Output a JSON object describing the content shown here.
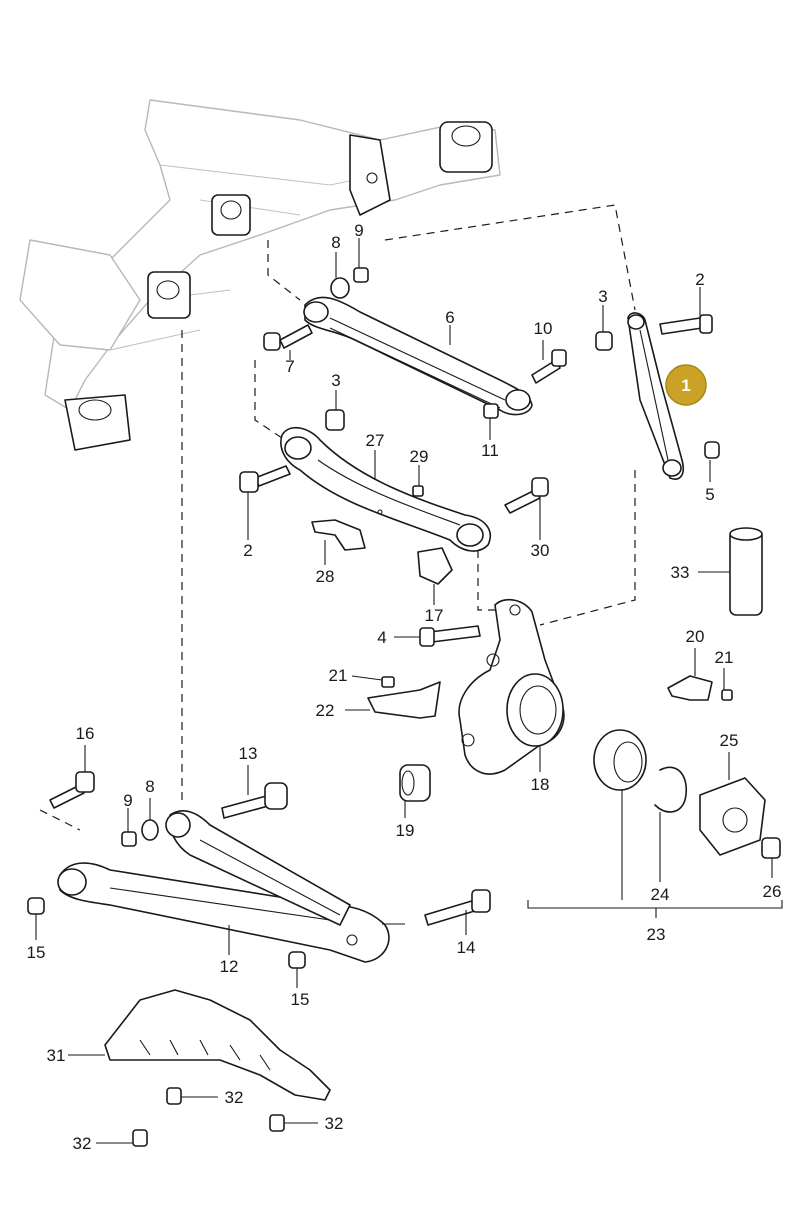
{
  "colors": {
    "line": "#1a1a1a",
    "faint_line": "#b8b8b8",
    "highlight_fill": "#c9a227",
    "highlight_text": "#ffffff",
    "background": "#ffffff"
  },
  "highlight": {
    "label": "1"
  },
  "callouts": {
    "c2a": "2",
    "c2b": "2",
    "c3a": "3",
    "c3b": "3",
    "c4": "4",
    "c5": "5",
    "c6": "6",
    "c7": "7",
    "c8a": "8",
    "c8b": "8",
    "c9a": "9",
    "c9b": "9",
    "c10": "10",
    "c11": "11",
    "c12": "12",
    "c13": "13",
    "c14": "14",
    "c15a": "15",
    "c15b": "15",
    "c16": "16",
    "c17": "17",
    "c18": "18",
    "c19": "19",
    "c20": "20",
    "c21a": "21",
    "c21b": "21",
    "c22": "22",
    "c23": "23",
    "c24": "24",
    "c25": "25",
    "c26": "26",
    "c27": "27",
    "c28": "28",
    "c29": "29",
    "c30": "30",
    "c31": "31",
    "c32a": "32",
    "c32b": "32",
    "c32c": "32",
    "c33": "33"
  }
}
